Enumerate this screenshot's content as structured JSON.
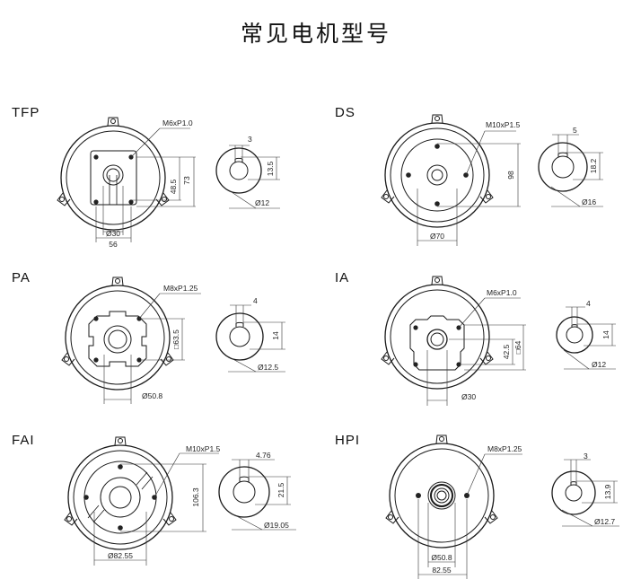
{
  "title": "常见电机型号",
  "motors": [
    {
      "name": "TFP",
      "bolt": "M6xP1.0",
      "dims": [
        "73",
        "48.5",
        "Ø30",
        "56"
      ],
      "shaft": {
        "key": "3",
        "height": "13.5",
        "dia": "Ø12"
      }
    },
    {
      "name": "DS",
      "bolt": "M10xP1.5",
      "dims": [
        "98",
        "Ø70"
      ],
      "shaft": {
        "key": "5",
        "height": "18.2",
        "dia": "Ø16"
      }
    },
    {
      "name": "PA",
      "bolt": "M8xP1.25",
      "dims": [
        "□63.5",
        "Ø50.8"
      ],
      "shaft": {
        "key": "4",
        "height": "14",
        "dia": "Ø12.5"
      }
    },
    {
      "name": "IA",
      "bolt": "M6xP1.0",
      "dims": [
        "42.5",
        "□64",
        "Ø30"
      ],
      "shaft": {
        "key": "4",
        "height": "14",
        "dia": "Ø12"
      }
    },
    {
      "name": "FAI",
      "bolt": "M10xP1.5",
      "dims": [
        "106.3",
        "Ø82.55"
      ],
      "shaft": {
        "key": "4.76",
        "height": "21.5",
        "dia": "Ø19.05"
      }
    },
    {
      "name": "HPI",
      "bolt": "M8xP1.25",
      "dims": [
        "Ø50.8",
        "82.55"
      ],
      "shaft": {
        "key": "3",
        "height": "13.9",
        "dia": "Ø12.7"
      }
    }
  ]
}
